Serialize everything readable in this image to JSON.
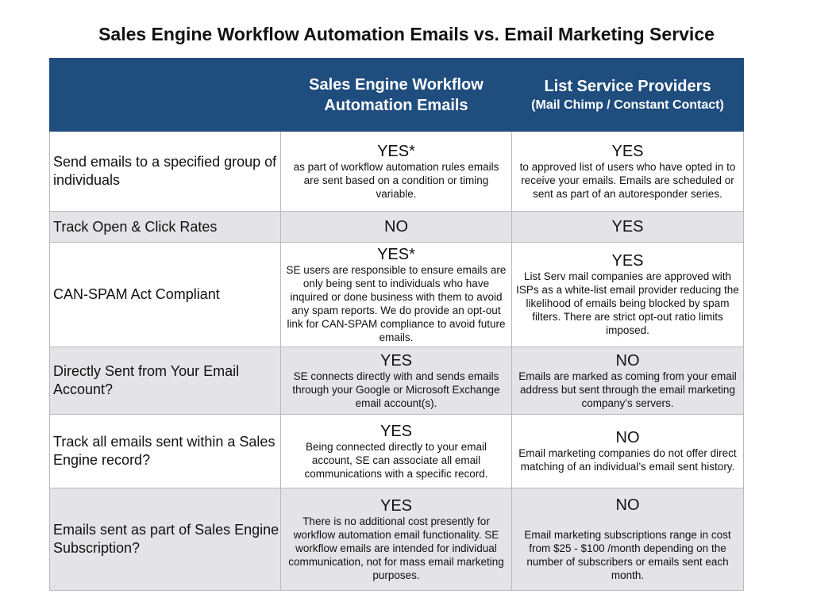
{
  "title": "Sales Engine Workflow Automation Emails vs. Email Marketing Service",
  "header": {
    "col1": "",
    "col2": {
      "line1": "Sales Engine Workflow",
      "line2": "Automation Emails"
    },
    "col3": {
      "line1": "List Service Providers",
      "line2": "(Mail Chimp / Constant Contact)"
    }
  },
  "rows": [
    {
      "label": "Send emails to a specified group of individuals",
      "se": {
        "answer": "YES*",
        "desc": "as part of workflow automation rules emails are sent based on a condition or timing variable."
      },
      "lsp": {
        "answer": "YES",
        "desc": "to approved list of users who have opted in to receive your emails. Emails are scheduled or sent as part of an autoresponder series."
      }
    },
    {
      "label": "Track Open & Click Rates",
      "se": {
        "answer": "NO",
        "desc": ""
      },
      "lsp": {
        "answer": "YES",
        "desc": ""
      }
    },
    {
      "label": "CAN-SPAM Act Compliant",
      "se": {
        "answer": "YES*",
        "desc": "SE users are responsible to ensure emails are only being sent to individuals who have inquired or done business with them to avoid any spam reports. We do provide an opt-out link for CAN-SPAM compliance to avoid future emails."
      },
      "lsp": {
        "answer": "YES",
        "desc": "List Serv mail companies are approved with ISPs as a white-list email provider reducing the likelihood of  emails being blocked by spam filters. There are strict opt-out ratio limits imposed."
      }
    },
    {
      "label": "Directly Sent from Your Email Account?",
      "se": {
        "answer": "YES",
        "desc": "SE connects directly with and sends emails through your Google or Microsoft Exchange email account(s)."
      },
      "lsp": {
        "answer": "NO",
        "desc": "Emails are marked as coming from your email address but sent through the email marketing company’s servers."
      }
    },
    {
      "label": "Track all emails sent within a Sales Engine record?",
      "se": {
        "answer": "YES",
        "desc": "Being connected directly to your email account, SE can associate all email communications with a specific record."
      },
      "lsp": {
        "answer": "NO",
        "desc": "Email marketing companies do not offer direct matching of an individual’s email sent history."
      }
    },
    {
      "label": "Emails sent as part of Sales Engine Subscription?",
      "se": {
        "answer": "YES",
        "desc": "There is no additional cost presently for workflow automation email functionality. SE workflow emails are intended for individual communication, not for mass email marketing purposes."
      },
      "lsp": {
        "answer": "NO",
        "desc": "Email marketing subscriptions range in cost from $25 - $100 /month depending on the number of subscribers or emails sent each month."
      }
    }
  ]
}
